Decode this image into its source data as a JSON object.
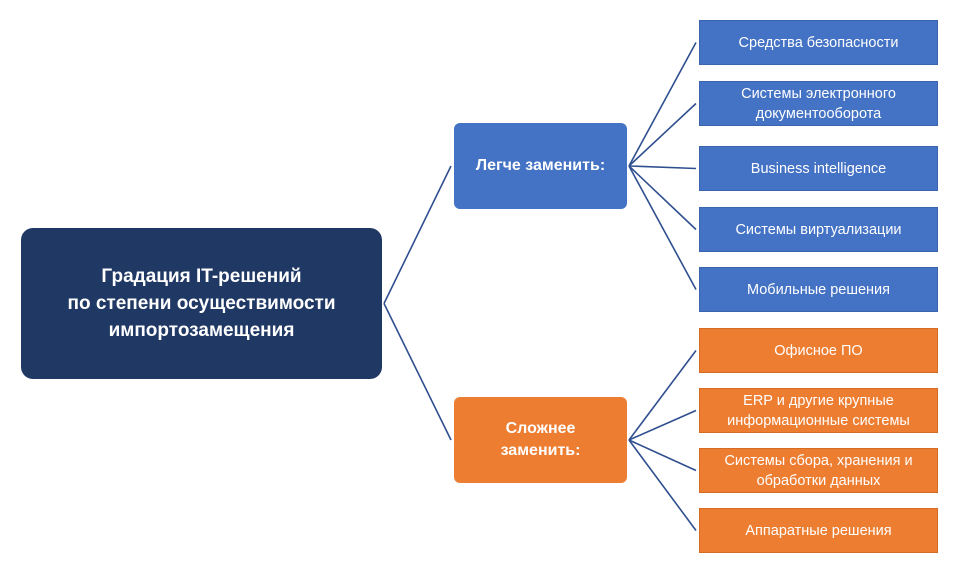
{
  "colors": {
    "root": "#1f3864",
    "easy": "#4472c4",
    "hard": "#ed7d31",
    "connector": "#2f4f8f"
  },
  "root": {
    "label": "Градация IT-решений\nпо степени осуществимости\nимпортозамещения"
  },
  "branches": [
    {
      "label": "Легче заменить:",
      "items": [
        "Средства безопасности",
        "Системы электронного\nдокументооборота",
        "Business intelligence",
        "Системы виртуализации",
        "Мобильные решения"
      ]
    },
    {
      "label": "Сложнее\nзаменить:",
      "items": [
        "Офисное ПО",
        "ERP и другие крупные\nинформационные системы",
        "Системы сбора, хранения и\nобработки данных",
        "Аппаратные решения"
      ]
    }
  ]
}
